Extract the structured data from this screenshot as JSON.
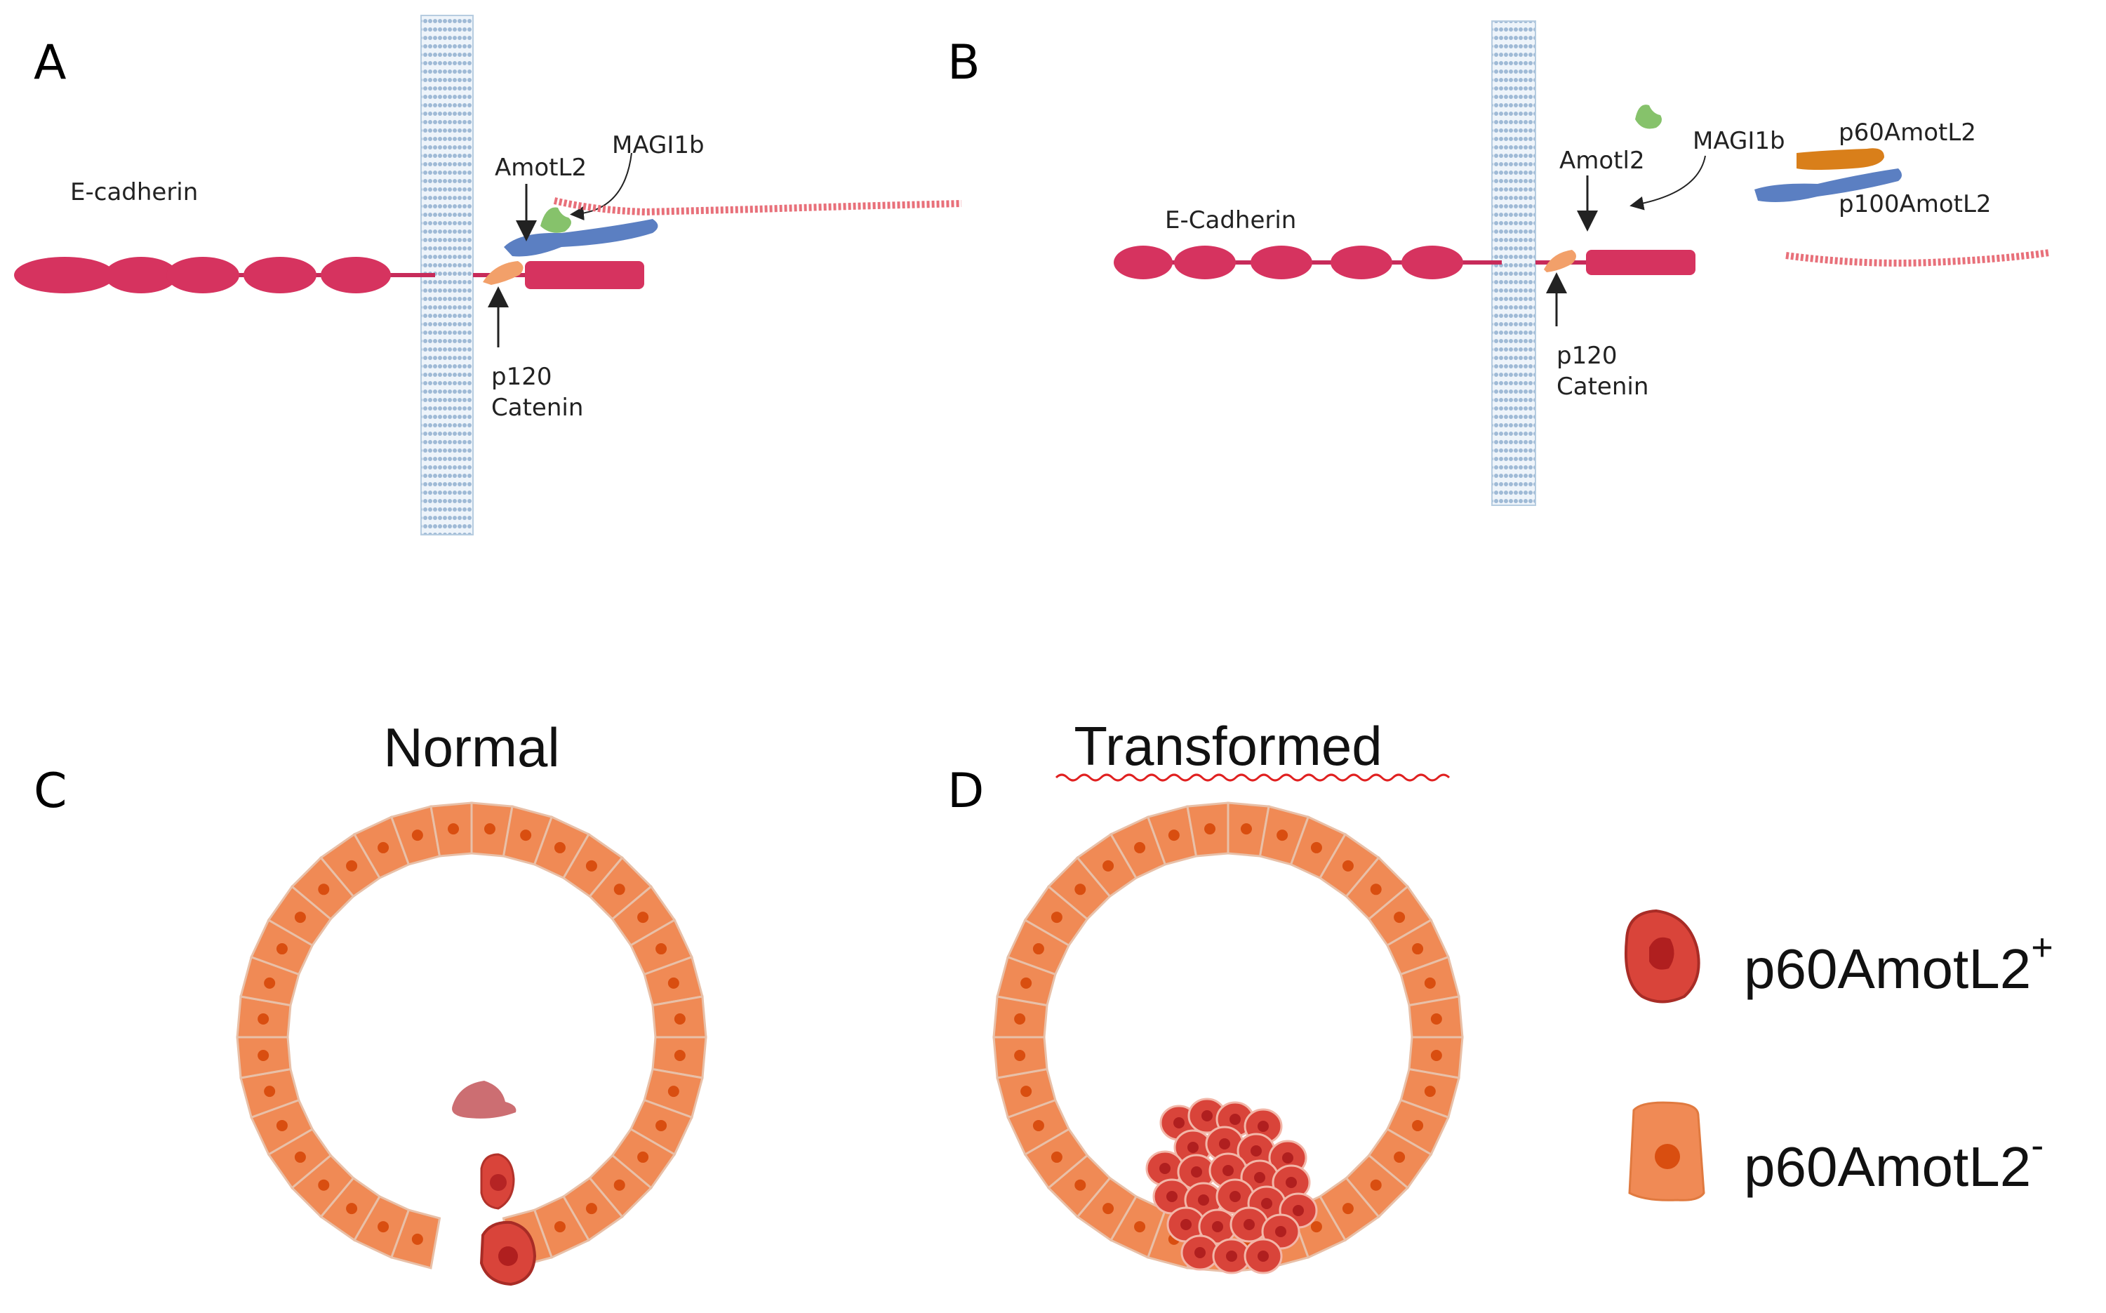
{
  "panel_a": {
    "letter": "A",
    "ecadherin": "E-cadherin",
    "amotl2": "AmotL2",
    "magi1b": "MAGI1b",
    "p120_line1": "p120",
    "p120_line2": "Catenin"
  },
  "panel_b": {
    "letter": "B",
    "ecadherin": "E-Cadherin",
    "amotl2": "Amotl2",
    "magi1b": "MAGI1b",
    "p60": "p60AmotL2",
    "p100": "p100AmotL2",
    "p120_line1": "p120",
    "p120_line2": "Catenin"
  },
  "panel_c": {
    "letter": "C",
    "title": "Normal"
  },
  "panel_d": {
    "letter": "D",
    "title": "Transformed"
  },
  "legend": {
    "pos_base": "p60AmotL2",
    "pos_sup": "+",
    "neg_base": "p60AmotL2",
    "neg_sup": "-"
  },
  "colors": {
    "ecadherin": "#d6335f",
    "membrane": "#a9c3dc",
    "p120": "#f2a06a",
    "amotl2": "#5b7fc2",
    "magi1b": "#86c26b",
    "p60": "#d97f1a",
    "actin": "#e8707a",
    "cell_neg": "#f08a55",
    "cell_pos": "#d9443a"
  }
}
